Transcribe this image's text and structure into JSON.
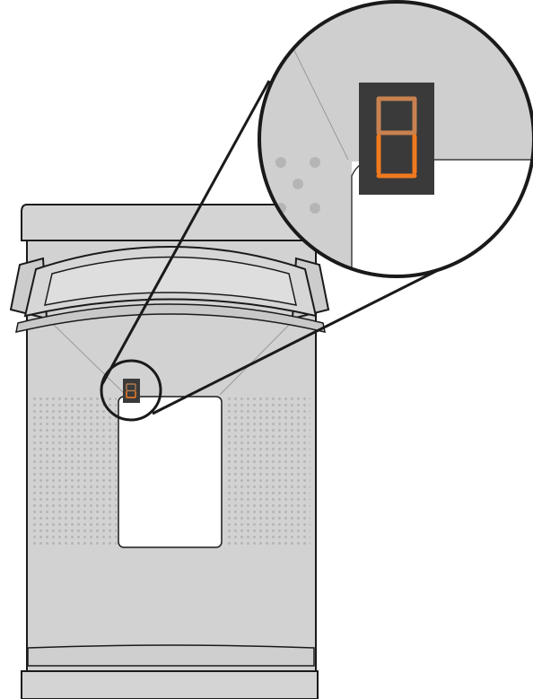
{
  "figure": {
    "subject": "device-front-with-segment-display-callout"
  },
  "display": {
    "panel_color": "#3a3a3a",
    "segment_on_color": "#f07a1e",
    "segment_off_color": "#c8824f",
    "lit_segments_lower": [
      "e",
      "c",
      "d"
    ],
    "dim_segments_upper": [
      "a",
      "b",
      "f",
      "g"
    ]
  },
  "colors": {
    "body_fill": "#d2d2d2",
    "body_fill_light": "#dcdcdc",
    "outline": "#1a1a1a",
    "grille_dot": "#b5b5b5",
    "window_fill": "#ffffff"
  },
  "icons": [
    "seven-segment-display-icon",
    "magnifier-callout-icon",
    "speaker-grille-icon"
  ]
}
